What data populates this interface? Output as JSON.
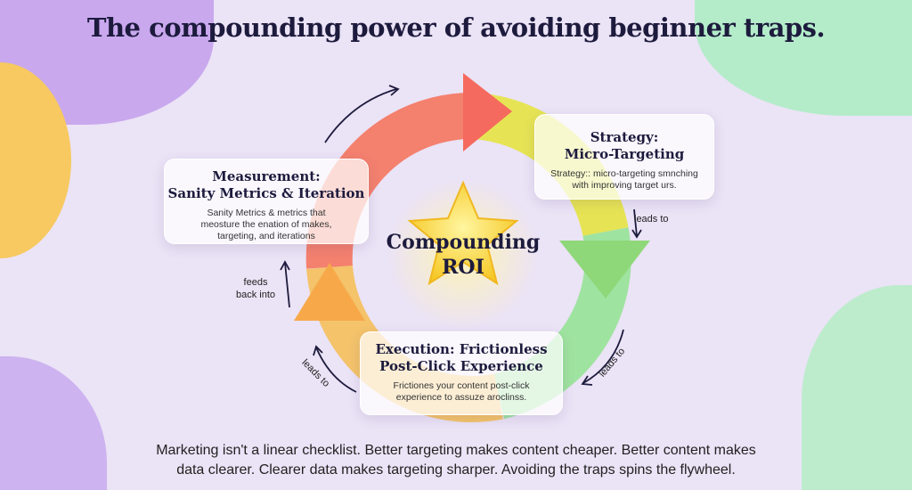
{
  "title": "The compounding power of avoiding beginner traps.",
  "center": {
    "line1": "Compounding",
    "line2": "ROI"
  },
  "cards": {
    "measurement": {
      "title1": "Measurement:",
      "title2": "Sanity Metrics & Iteration",
      "body": "Sanity Metrics & metrics that meosture the enation of makes, targeting, and iterations"
    },
    "strategy": {
      "title1": "Strategy:",
      "title2": "Micro-Targeting",
      "body": "Strategy:: micro-targeting smnching with improving target urs."
    },
    "execution": {
      "title1": "Execution: Frictionless",
      "title2": "Post-Click Experience",
      "body": "Frictiones your content post-click experience to assuze aroclinss."
    }
  },
  "labels": {
    "leads_to_right": "leads to",
    "leads_to_bottom_right": "leads to",
    "leads_to_bottom_left": "leads to",
    "feeds_back": "feeds back into"
  },
  "footer": {
    "line1": "Marketing isn't a linear checklist. Better targeting makes content cheaper. Better content makes",
    "line2": "data clearer. Clearer data makes targeting sharper. Avoiding the traps spins the flywheel."
  },
  "colors": {
    "background": "#ebe3f6",
    "text": "#1d1b3d",
    "red": "#f4736a",
    "yellow": "#e9e04a",
    "green": "#8fe08a",
    "orange": "#f7a94a"
  }
}
